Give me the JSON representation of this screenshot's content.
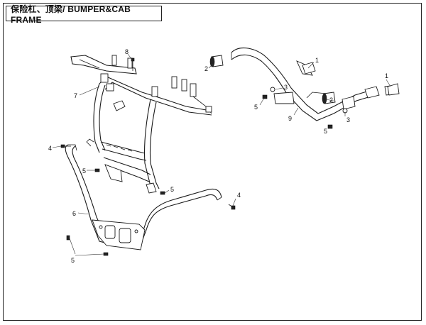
{
  "title": "保险杠、顶梁/ BUMPER&CAB FRAME",
  "callouts": {
    "c1a": "1",
    "c1b": "1",
    "c2a": "2",
    "c2b": "2",
    "c3a": "3",
    "c3b": "3",
    "c4a": "4",
    "c4b": "4",
    "c5a": "5",
    "c5b": "5",
    "c5c": "5",
    "c5d": "5",
    "c5e": "5",
    "c6": "6",
    "c7": "7",
    "c8": "8",
    "c9": "9"
  }
}
